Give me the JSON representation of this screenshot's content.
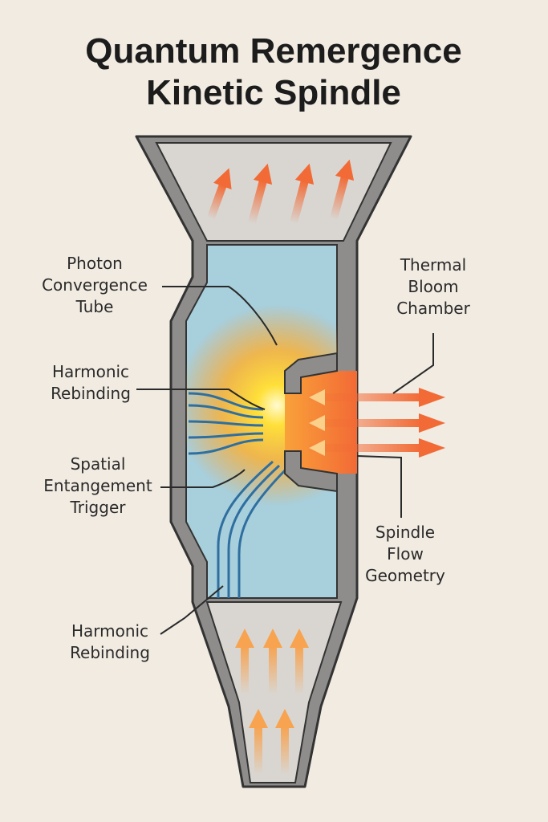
{
  "title": {
    "line1": "Quantum Remergence",
    "line2": "Kinetic Spindle"
  },
  "labels": {
    "photon": [
      "Photon",
      "Convergence",
      "Tube"
    ],
    "thermal": [
      "Thermal",
      "Bloom",
      "Chamber"
    ],
    "harmonic_top": [
      "Harmonic",
      "Rebinding"
    ],
    "spatial": [
      "Spatial",
      "Entangement",
      "Trigger"
    ],
    "spindle": [
      "Spindle",
      "Flow",
      "Geometry"
    ],
    "harmonic_bottom": [
      "Harmonic",
      "Rebinding"
    ]
  },
  "colors": {
    "background": "#f1ebe2",
    "wall": "#8e8d8b",
    "funnel": "#d9d6d1",
    "chamber": "#a8cfdc",
    "flow_line": "#2f6fa0",
    "hot": "#f26a35",
    "glow": "#ffd23a"
  }
}
